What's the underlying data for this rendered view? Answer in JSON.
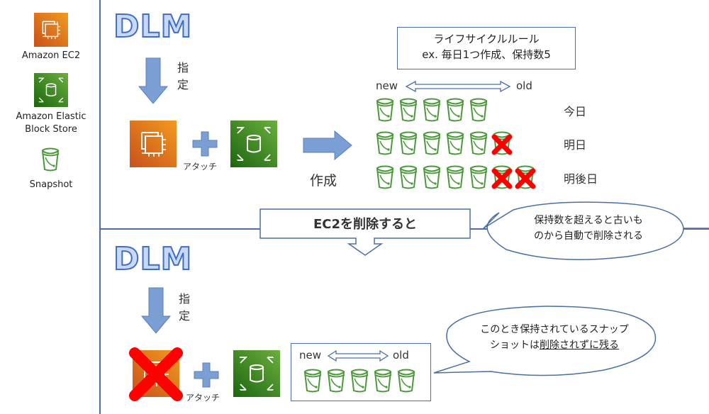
{
  "legend": {
    "ec2_label": "Amazon EC2",
    "ebs_label_line1": "Amazon Elastic",
    "ebs_label_line2": "Block Store",
    "snapshot_label": "Snapshot"
  },
  "top": {
    "dlm_title": "DLM",
    "specify_line1": "指",
    "specify_line2": "定",
    "attach_label": "アタッチ",
    "create_label": "作成",
    "rule_line1": "ライフサイクルルール",
    "rule_line2": "ex. 毎日1つ作成、保持数5",
    "new_label": "new",
    "old_label": "old",
    "rows": [
      {
        "label": "今日",
        "snapshots": 5,
        "deleted": 0
      },
      {
        "label": "明日",
        "snapshots": 5,
        "deleted": 1
      },
      {
        "label": "明後日",
        "snapshots": 5,
        "deleted": 2
      }
    ]
  },
  "middle": {
    "banner": "EC2を削除すると",
    "callout_line1": "保持数を超えると古いも",
    "callout_line2": "のから自動で削除される"
  },
  "bottom": {
    "dlm_title": "DLM",
    "specify_line1": "指",
    "specify_line2": "定",
    "attach_label": "アタッチ",
    "new_label": "new",
    "old_label": "old",
    "snapshots": 5,
    "callout_line1": "このとき保持されているスナップ",
    "callout_line2_prefix": "ショットは",
    "callout_line2_underlined": "削除されずに残る"
  },
  "colors": {
    "ec2_orange": "#e8781c",
    "ebs_green": "#3f8624",
    "snapshot_green": "#4a9a3a",
    "arrow_blue": "#7b9fd4",
    "delete_red": "#ff0000",
    "divider": "#4a6fa5"
  },
  "icons": {
    "ec2": "chip-icon",
    "ebs": "cylinder-icon",
    "snapshot": "bucket-icon",
    "delete": "red-x-icon"
  }
}
